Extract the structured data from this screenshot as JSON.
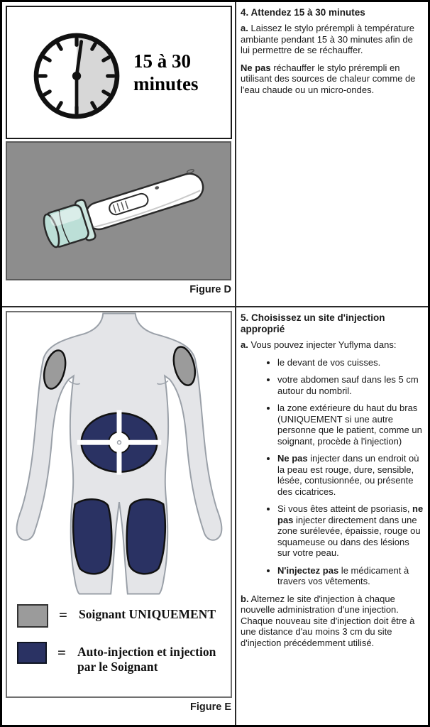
{
  "colors": {
    "navy_site": "#2a3263",
    "caregiver_gray": "#9b9b9b",
    "body_fill": "#e4e5e8",
    "body_outline": "#9aa0a8",
    "pen_background_gray": "#8d8d8d",
    "pen_cap_mint": "#bcdfd7",
    "clock_shade_gray": "#d7d7d7"
  },
  "row1": {
    "figure_label": "Figure D",
    "clock": {
      "line1": "15 à 30",
      "line2": "minutes"
    },
    "step": {
      "title": "4. Attendez 15 à 30 minutes",
      "paragraphs": [
        {
          "segments": [
            {
              "t": "a.",
              "b": true
            },
            {
              "t": " Laissez le stylo prérempli à température ambiante pendant 15 à 30 minutes afin de lui permettre de se réchauffer."
            }
          ]
        },
        {
          "segments": [
            {
              "t": "Ne pas",
              "b": true
            },
            {
              "t": " réchauffer le stylo prérempli en utilisant des sources de chaleur comme de l'eau chaude ou un micro-ondes."
            }
          ]
        }
      ]
    }
  },
  "row2": {
    "figure_label": "Figure E",
    "legend": [
      {
        "swatch": "caregiver-gray",
        "equals": "=",
        "label": "Soignant UNIQUEMENT"
      },
      {
        "swatch": "injection-navy",
        "equals": "=",
        "label": "Auto-injection et injection par le Soignant"
      }
    ],
    "step": {
      "title": "5. Choisissez un site d'injection approprié",
      "intro": {
        "segments": [
          {
            "t": "a.",
            "b": true
          },
          {
            "t": " Vous pouvez injecter Yuflyma dans:"
          }
        ]
      },
      "bullets": [
        {
          "segments": [
            {
              "t": "le devant de vos cuisses."
            }
          ]
        },
        {
          "segments": [
            {
              "t": "votre abdomen sauf dans les 5 cm autour du nombril."
            }
          ]
        },
        {
          "segments": [
            {
              "t": "la zone extérieure du haut du bras (UNIQUEMENT si une autre personne que le patient, comme un soignant, procède à l'injection)"
            }
          ]
        },
        {
          "segments": [
            {
              "t": "Ne pas",
              "b": true
            },
            {
              "t": " injecter dans un endroit où la peau est rouge, dure, sensible, lésée, contusionnée, ou présente des cicatrices."
            }
          ]
        },
        {
          "segments": [
            {
              "t": "Si vous êtes atteint de psoriasis, "
            },
            {
              "t": "ne pas",
              "b": true
            },
            {
              "t": " injecter directement dans une zone surélevée, épaissie, rouge ou squameuse ou dans des lésions sur votre peau."
            }
          ]
        },
        {
          "segments": [
            {
              "t": "N'injectez pas",
              "b": true
            },
            {
              "t": " le médicament à travers vos vêtements."
            }
          ]
        }
      ],
      "outro": {
        "segments": [
          {
            "t": "b.",
            "b": true
          },
          {
            "t": " Alternez le site d'injection à chaque nouvelle administration d'une injection. Chaque nouveau site d'injection doit être à une distance d'au moins 3 cm du site d'injection précédemment utilisé."
          }
        ]
      }
    }
  }
}
